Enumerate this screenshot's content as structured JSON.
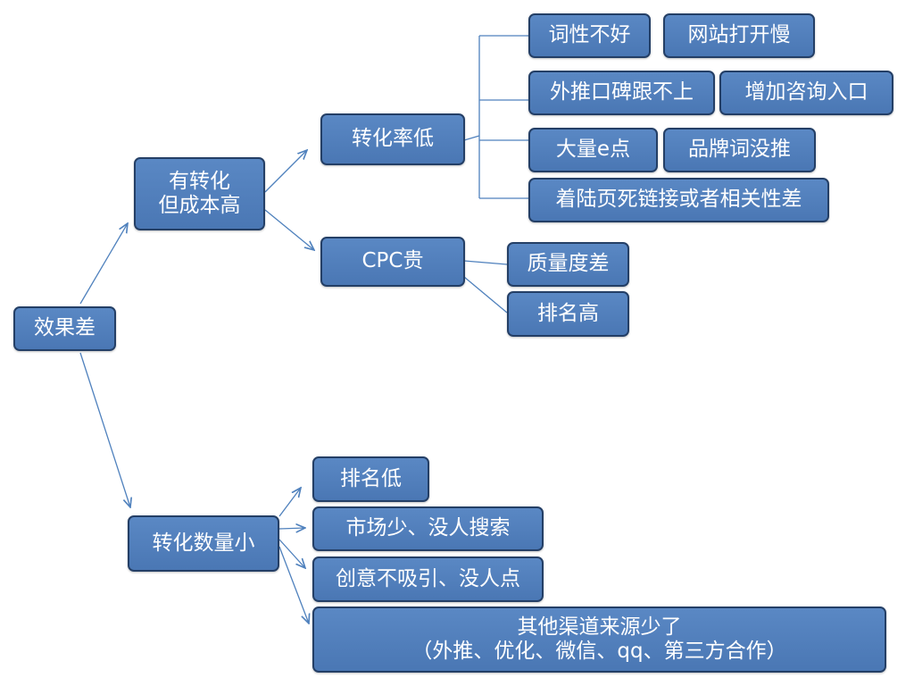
{
  "colors": {
    "node_fill": "#4f7fbd",
    "node_border": "#243f66",
    "node_text": "#ffffff",
    "connector": "#4f81bd"
  },
  "nodes": {
    "root": "效果差",
    "high_cost": {
      "line1": "有转化",
      "line2": "但成本高"
    },
    "low_conversion": "转化率低",
    "cpc_expensive": "CPC贵",
    "bad_keywords": "词性不好",
    "slow_site": "网站打开慢",
    "reputation": "外推口碑跟不上",
    "consult_entry": "增加咨询入口",
    "e_point": "大量e点",
    "brand_terms": "品牌词没推",
    "landing_page": "着陆页死链接或者相关性差",
    "quality_score": "质量度差",
    "high_rank": "排名高",
    "low_volume": "转化数量小",
    "low_rank": "排名低",
    "small_market": "市场少、没人搜索",
    "bad_creative": "创意不吸引、没人点",
    "other_channels": {
      "line1": "其他渠道来源少了",
      "line2": "（外推、优化、微信、qq、第三方合作）"
    }
  }
}
